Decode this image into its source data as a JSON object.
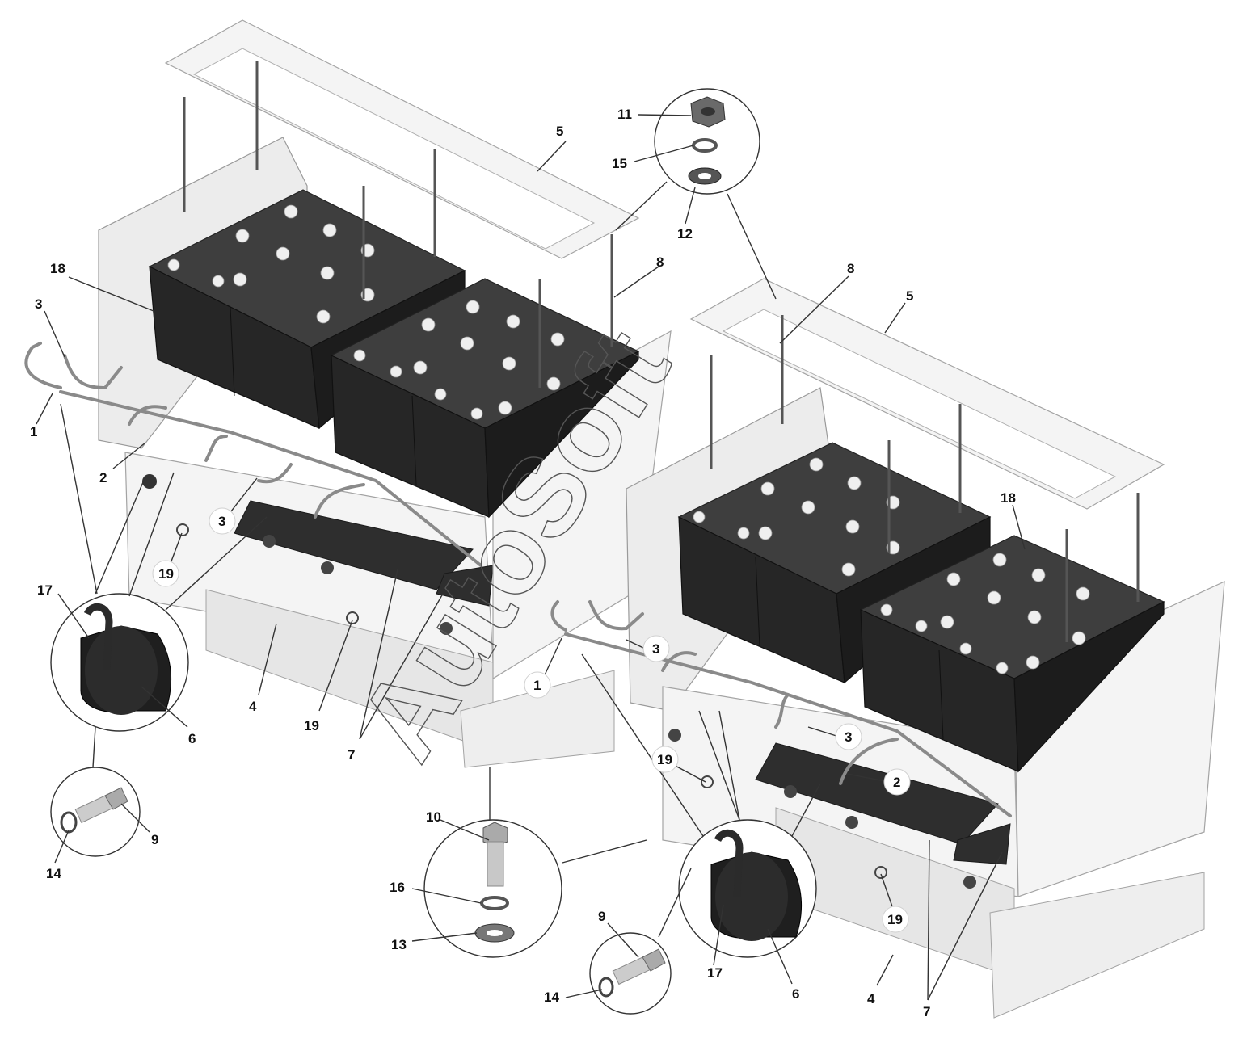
{
  "watermark": "AutoSoft",
  "callouts": {
    "c1a": "1",
    "c1b": "1",
    "c2a": "2",
    "c2b": "2",
    "c3a": "3",
    "c3b": "3",
    "c3c": "3",
    "c3d": "3",
    "c4a": "4",
    "c4b": "4",
    "c5a": "5",
    "c5b": "5",
    "c6a": "6",
    "c6b": "6",
    "c7a": "7",
    "c7b": "7",
    "c8a": "8",
    "c8b": "8",
    "c9a": "9",
    "c9b": "9",
    "c10": "10",
    "c11": "11",
    "c12": "12",
    "c13": "13",
    "c14a": "14",
    "c14b": "14",
    "c15": "15",
    "c16": "16",
    "c17a": "17",
    "c17b": "17",
    "c18a": "18",
    "c18b": "18",
    "c19a": "19",
    "c19b": "19",
    "c19c": "19",
    "c19d": "19"
  }
}
